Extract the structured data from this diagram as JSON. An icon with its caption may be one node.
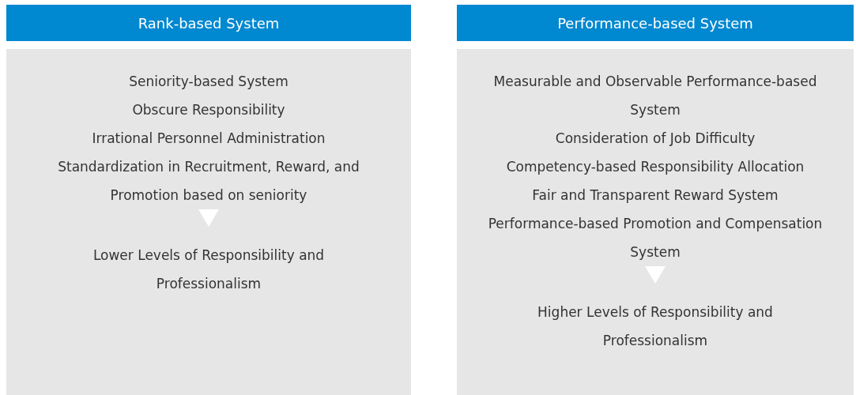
{
  "diagram": {
    "nodes": [
      {
        "text": [
          "Rank-based System"
        ]
      },
      {
        "text": [],
        "shape": "box"
      },
      {
        "text": [
          "Seniority-based System",
          "Obscure Responsibility",
          "Irrational Personnel Administration",
          "Standardization in Recruitment, Reward, and Promotion based on seniority"
        ],
        "in": 1
      },
      {
        "text": [
          "Lower Levels of Responsibility and Professionalism"
        ],
        "in": 1
      },
      {
        "text": [
          "Performance-based System"
        ]
      },
      {
        "text": [],
        "shape": "box"
      },
      {
        "text": [
          "Measurable and Observable Performance-based System",
          "Consideration of Job Difficulty",
          "Competency-based Responsibility Allocation",
          "Fair and Transparent Reward System",
          "Performance-based Promotion and Compensation System"
        ],
        "in": 5
      },
      {
        "text": [
          "Higher Levels of Responsibility and Professionalism"
        ],
        "in": 5
      }
    ],
    "edges": [
      {
        "from": 2,
        "to": 3,
        "arrow": "to"
      },
      {
        "from": 6,
        "to": 7,
        "arrow": "to"
      }
    ]
  }
}
